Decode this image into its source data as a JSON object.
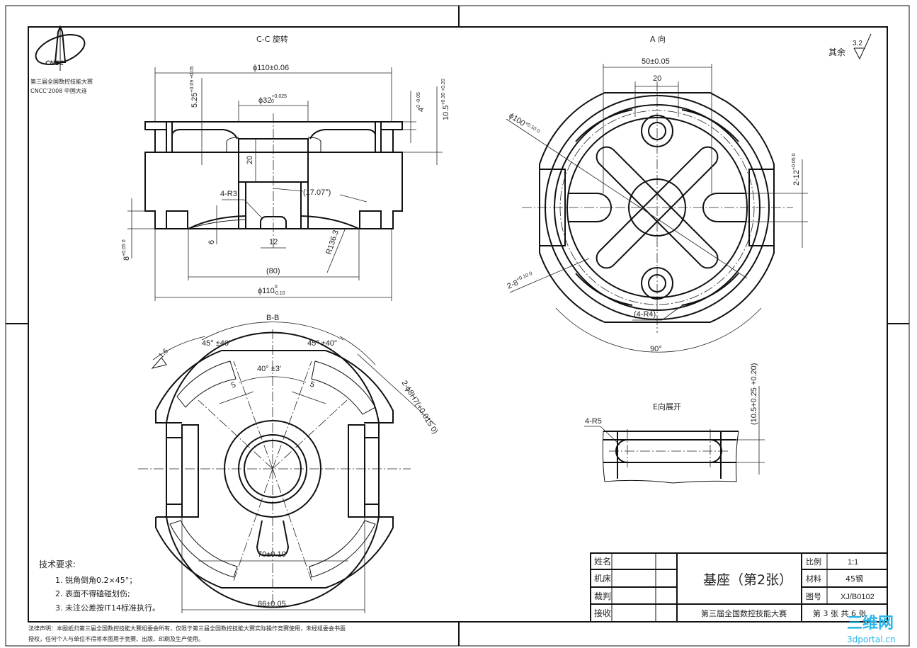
{
  "logo": {
    "text": "CNCC",
    "line1": "第三届全国数控技能大赛",
    "line2": "CNCC'2008 中国大连"
  },
  "views": {
    "cc": {
      "title": "C-C 旋转",
      "dims": {
        "d110_top": "ϕ110±0.06",
        "d32": "ϕ32",
        "d32_tol_up": "+0.025",
        "d32_tol_lo": "0",
        "h525": "5.25",
        "h525_tol": "+0.09 +0.05",
        "h4": "4",
        "h4_tol": "0 -0.05",
        "h105": "10.5",
        "h105_tol": "+0.30 +0.20",
        "h20": "20",
        "r3": "4-R3",
        "ang": "(17.07°)",
        "h6": "6",
        "w12": "12",
        "r136": "R136.3",
        "w80": "(80)",
        "h8": "8",
        "h8_tol": "+0.05 0",
        "d110_bot": "ϕ110",
        "d110_bot_tol_up": "0",
        "d110_bot_tol_lo": "-0.10"
      }
    },
    "a": {
      "title": "A 向",
      "dims": {
        "w50": "50±0.05",
        "w20": "20",
        "d100": "ϕ100",
        "d100_tol": "+0.10 0",
        "w12": "2-12",
        "w12_tol": "+0.05 0",
        "w8": "2-8",
        "w8_tol": "+0.10 0",
        "r4": "(4-R4)",
        "ang90": "90°"
      }
    },
    "bb": {
      "title": "B-B",
      "dims": {
        "ang_left": "45° ±40\"",
        "ang_right": "45° ±40\"",
        "ang40": "40° ±3′",
        "w5_left": "5",
        "w5_right": "5",
        "rough": "1.6",
        "hole": "2-ϕ8H7(+0.015 0)",
        "w70": "70±0.10",
        "w86": "86±0.05"
      }
    },
    "e": {
      "title": "E向展开",
      "r5": "4-R5",
      "h105": "(10.5+0.25 +0.20)"
    }
  },
  "roughness": {
    "label": "其余",
    "value": "3.2"
  },
  "tech_requirements": {
    "title": "技术要求:",
    "items": [
      "1. 锐角倒角0.2×45°；",
      "2. 表面不得磕碰划伤;",
      "3. 未注公差按IT14标准执行。"
    ]
  },
  "title_block": {
    "row_labels": [
      "姓名",
      "机床",
      "裁判",
      "接收"
    ],
    "part_name": "基座（第2张）",
    "competition": "第三届全国数控技能大赛",
    "scale_label": "比例",
    "scale_value": "1:1",
    "material_label": "材料",
    "material_value": "45钢",
    "drawing_no_label": "图号",
    "drawing_no_value": "XJ/B0102",
    "sheet": "第 3 张 共 6 张"
  },
  "legal": {
    "line1": "法律声明：本图纸归第三届全国数控技能大赛组委会所有，仅限于第三届全国数控技能大赛实际操作竞赛使用，未经组委会书面",
    "line2": "授权，任何个人与单位不得将本图用于竞赛、出版、印刷及生产使用。"
  },
  "watermark": {
    "text1": "三维网",
    "text2": "3dportal.cn"
  }
}
